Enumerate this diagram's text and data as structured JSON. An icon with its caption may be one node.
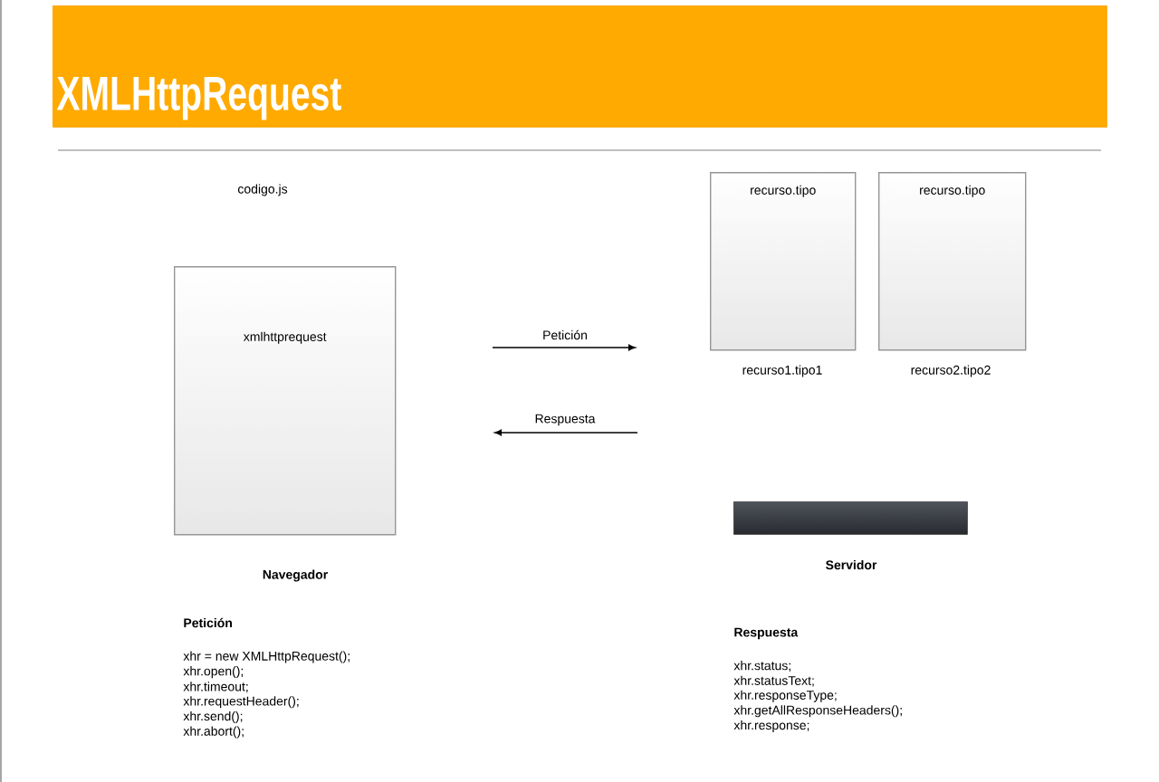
{
  "diagram": {
    "title": "XMLHttpRequest",
    "nodes": [
      {
        "text": [
          "xmlhttprequest"
        ],
        "beside": [
          "Navegador"
        ]
      },
      {
        "text": [
          "recurso.tipo"
        ],
        "beside": [
          "recurso1.tipo1"
        ]
      },
      {
        "text": [
          "recurso.tipo"
        ],
        "beside": [
          "recurso2.tipo2"
        ]
      },
      {
        "text": [],
        "shape": "bar",
        "beside": [
          "Servidor"
        ]
      }
    ],
    "labels": [
      "codigo.js",
      "Petición",
      "Respuesta",
      "Petición",
      "xhr = new XMLHttpRequest();",
      "xhr.open();",
      "xhr.timeout;",
      "xhr.requestHeader();",
      "xhr.send();",
      "xhr.abort();",
      "Respuesta",
      "xhr.status;",
      "xhr.statusText;",
      "xhr.responseType;",
      "xhr.getAllResponseHeaders();",
      "xhr.response;"
    ]
  }
}
